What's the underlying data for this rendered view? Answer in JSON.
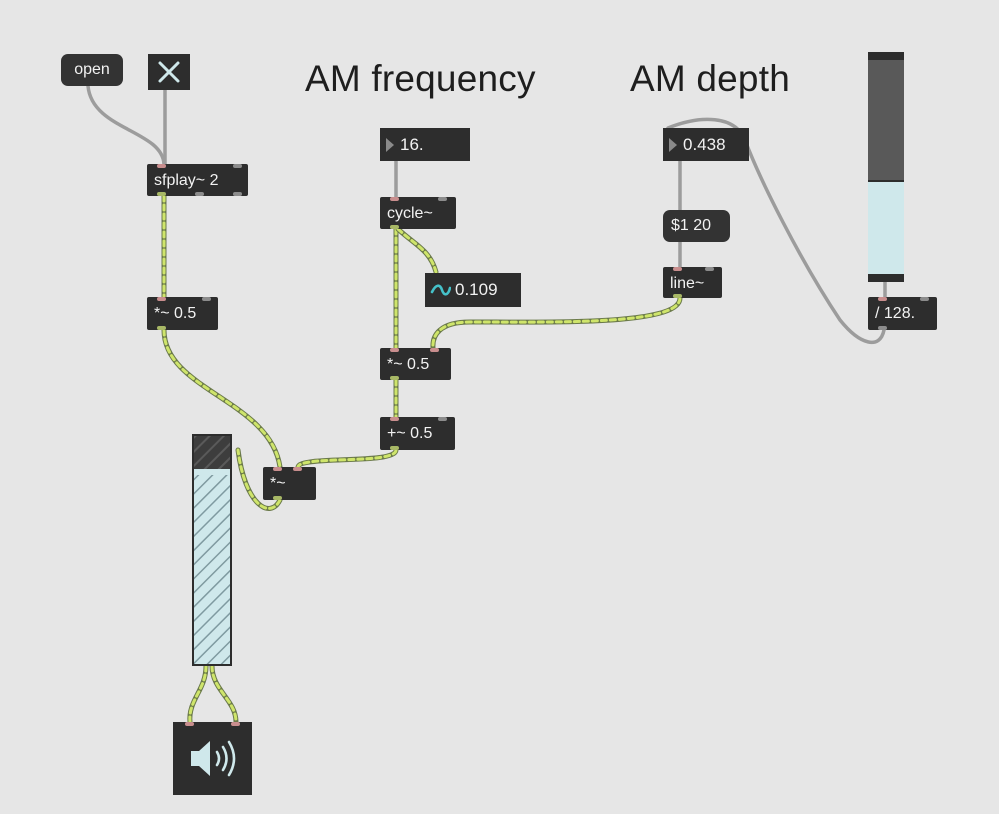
{
  "labels": {
    "am_frequency": "AM frequency",
    "am_depth": "AM depth"
  },
  "messages": {
    "open": "open",
    "ramp": "$1 20"
  },
  "objects": {
    "sfplay": "sfplay~ 2",
    "gain_mult": "*~ 0.5",
    "cycle": "cycle~",
    "depth_mult": "*~ 0.5",
    "offset_add": "+~ 0.5",
    "line": "line~",
    "am_mult": "*~",
    "divide": "/ 128."
  },
  "number_boxes": {
    "frequency": "16.",
    "depth": "0.438"
  },
  "signal_display": {
    "value": "0.109",
    "icon": "tilde-wave-icon"
  },
  "toggle": {
    "state": true,
    "icon": "x-icon"
  },
  "depth_slider": {
    "value": 56,
    "range": [
      0,
      128
    ],
    "fill_color": "#cfe8eb",
    "track_color": "#595959"
  },
  "gain_meter": {
    "level": 0.85,
    "fill_color": "#cfe8eb",
    "hatch_color": "#9fbfc4"
  },
  "dac": {
    "icon": "speaker-icon"
  },
  "colors": {
    "canvas": "#e6e6e6",
    "object_bg": "#2d2d2d",
    "signal_cord": "#cfe56b",
    "message_cord": "#9c9c9c",
    "inlet": "#c98e8e"
  }
}
